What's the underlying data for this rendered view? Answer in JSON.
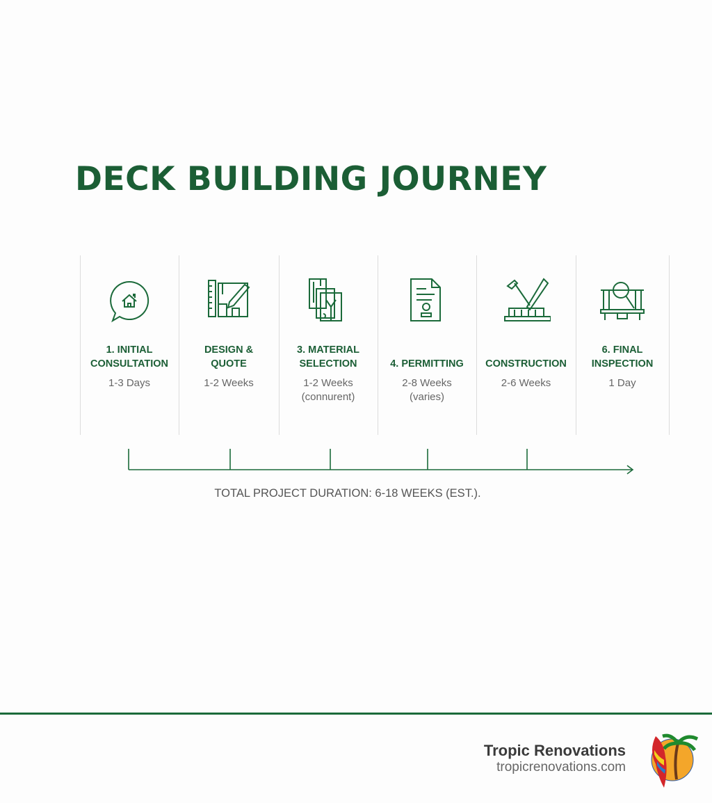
{
  "title": "DECK BUILDING JOURNEY",
  "steps": [
    {
      "title": "1. INITIAL CONSULTATION",
      "duration": "1-3 Days",
      "icon": "chat-house-icon"
    },
    {
      "title": "DESIGN & QUOTE",
      "duration": "1-2 Weeks",
      "icon": "ruler-pencil-icon"
    },
    {
      "title": "3. MATERIAL SELECTION",
      "duration": "1-2 Weeks (connurent)",
      "icon": "wood-samples-icon"
    },
    {
      "title": "4. PERMITTING",
      "duration": "2-8 Weeks (varies)",
      "icon": "permit-document-icon"
    },
    {
      "title": "CONSTRUCTION",
      "duration": "2-6 Weeks",
      "icon": "hammer-saw-icon"
    },
    {
      "title": "6. FINAL INSPECTION",
      "duration": "1 Day",
      "icon": "deck-magnifier-icon"
    }
  ],
  "total": "TOTAL PROJECT DURATION: 6-18 WEEKS (EST.).",
  "footer": {
    "brand": "Tropic Renovations",
    "url": "tropicrenovations.com",
    "logo_text": "Tropic Renovations"
  },
  "colors": {
    "accent": "#1b5e35",
    "text": "#666666"
  }
}
